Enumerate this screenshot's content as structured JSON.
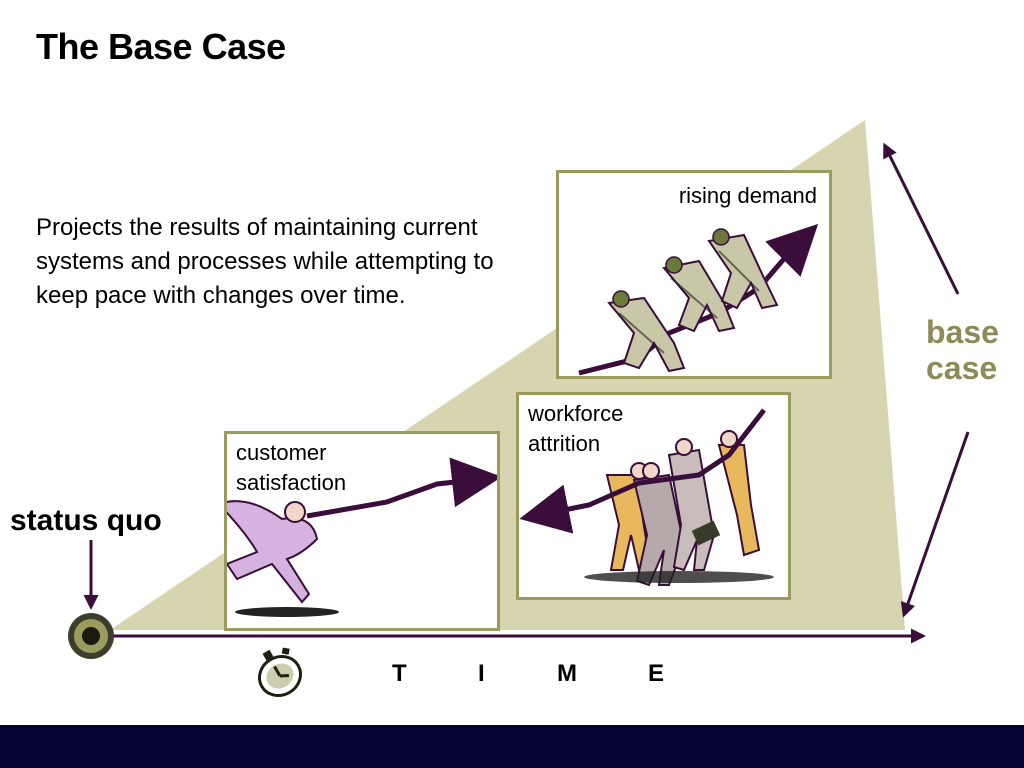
{
  "slide": {
    "title": "The Base Case",
    "description": "Projects the results of maintaining current systems and processes while attempting to keep pace with changes over time."
  },
  "diagram": {
    "start_label": "status quo",
    "end_label_line1": "base",
    "end_label_line2": "case",
    "time_letters": [
      "T",
      "I",
      "M",
      "E"
    ],
    "boxes": {
      "customer": {
        "line1": "customer",
        "line2": "satisfaction"
      },
      "workforce": {
        "line1": "workforce",
        "line2": "attrition"
      },
      "demand": {
        "line1": "rising demand"
      }
    }
  },
  "colors": {
    "triangle_fill": "#d6d5b0",
    "box_border": "#9c9b5e",
    "arrow": "#3a0d3a",
    "accent_label": "#8c8a55",
    "footer": "#020233"
  },
  "icons": [
    "stopwatch-icon",
    "start-point-icon"
  ]
}
